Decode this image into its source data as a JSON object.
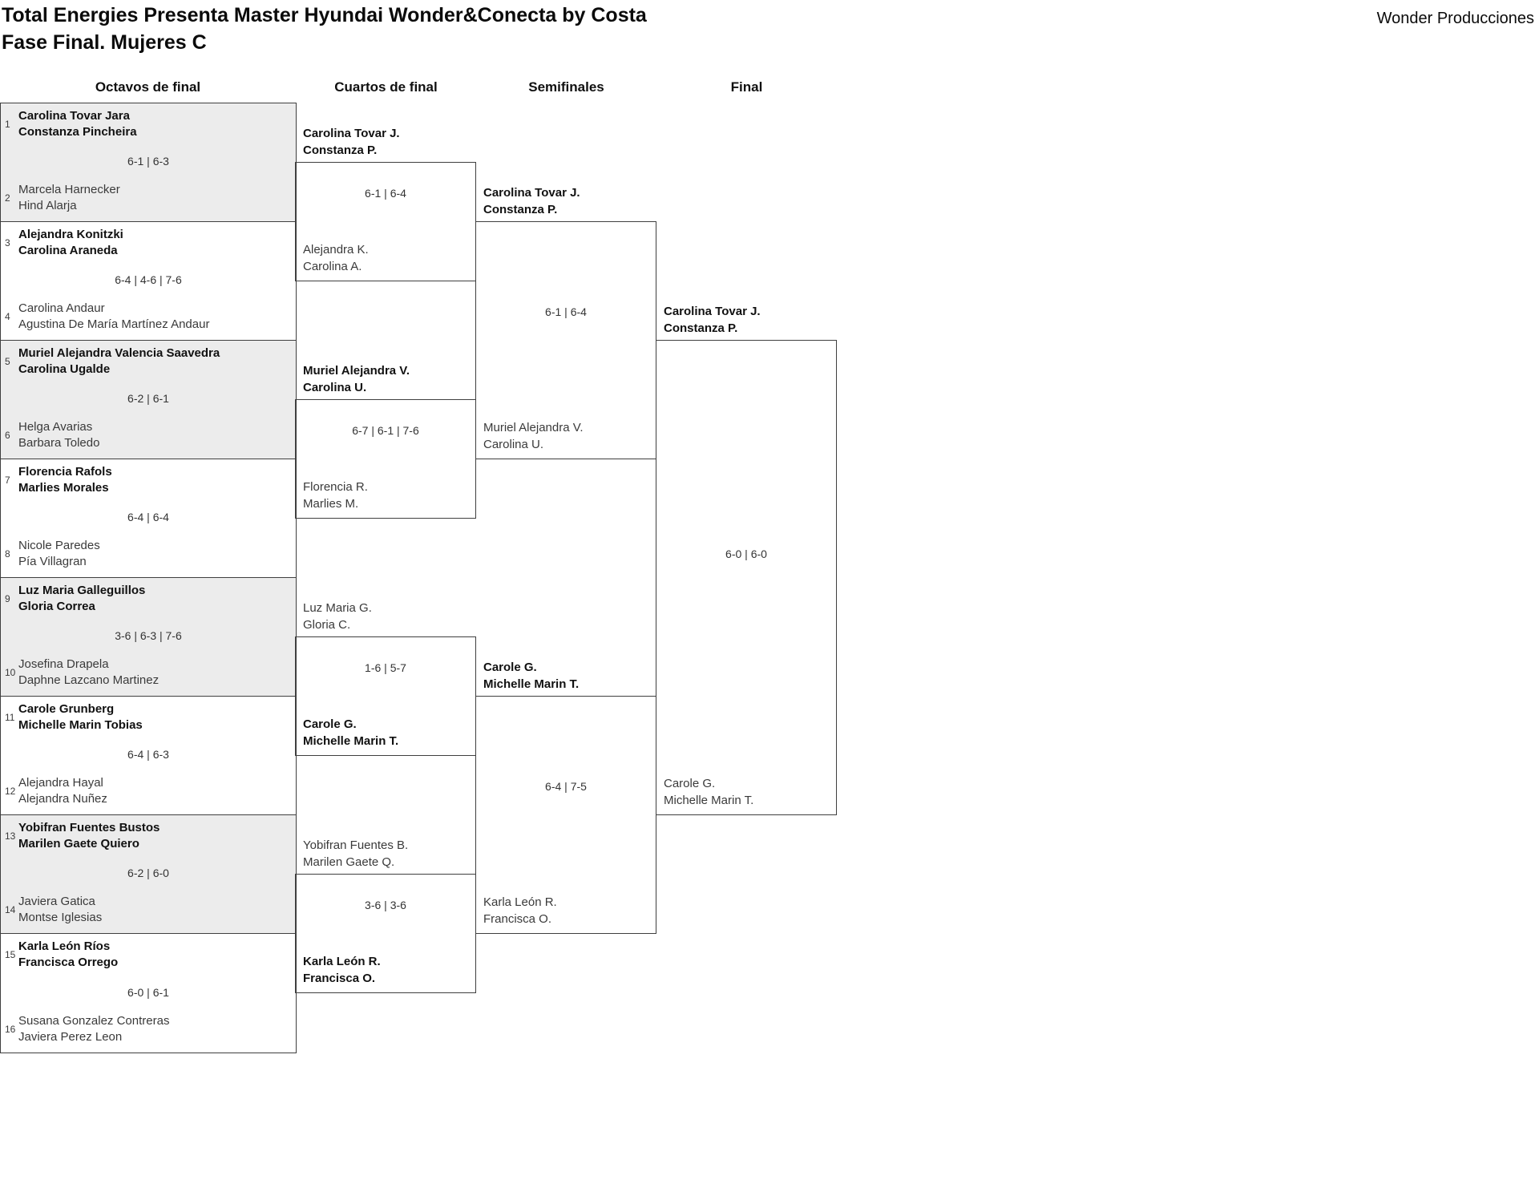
{
  "page": {
    "title_line1": "Total Energies Presenta Master Hyundai Wonder&Conecta by Costa",
    "title_line2": "Fase Final. Mujeres C",
    "organizer": "Wonder Producciones"
  },
  "round_headers": {
    "octavos": "Octavos de final",
    "cuartos": "Cuartos de final",
    "semifinales": "Semifinales",
    "final": "Final"
  },
  "octavos": [
    {
      "seed_top": "1",
      "team_top": [
        "Carolina Tovar Jara",
        "Constanza Pincheira"
      ],
      "score": "6-1 | 6-3",
      "seed_bottom": "2",
      "team_bottom": [
        "Marcela Harnecker",
        "Hind Alarja"
      ]
    },
    {
      "seed_top": "3",
      "team_top": [
        "Alejandra Konitzki",
        "Carolina Araneda"
      ],
      "score": "6-4 | 4-6 | 7-6",
      "seed_bottom": "4",
      "team_bottom": [
        "Carolina Andaur",
        "Agustina De María Martínez Andaur"
      ]
    },
    {
      "seed_top": "5",
      "team_top": [
        "Muriel Alejandra Valencia Saavedra",
        "Carolina Ugalde"
      ],
      "score": "6-2 | 6-1",
      "seed_bottom": "6",
      "team_bottom": [
        "Helga Avarias",
        "Barbara Toledo"
      ]
    },
    {
      "seed_top": "7",
      "team_top": [
        "Florencia Rafols",
        "Marlies Morales"
      ],
      "score": "6-4 | 6-4",
      "seed_bottom": "8",
      "team_bottom": [
        "Nicole Paredes",
        "Pía Villagran"
      ]
    },
    {
      "seed_top": "9",
      "team_top": [
        "Luz Maria Galleguillos",
        "Gloria Correa"
      ],
      "score": "3-6 | 6-3 | 7-6",
      "seed_bottom": "10",
      "team_bottom": [
        "Josefina Drapela",
        "Daphne Lazcano Martinez"
      ]
    },
    {
      "seed_top": "11",
      "team_top": [
        "Carole Grunberg",
        "Michelle Marin Tobias"
      ],
      "score": "6-4 | 6-3",
      "seed_bottom": "12",
      "team_bottom": [
        "Alejandra Hayal",
        "Alejandra Nuñez"
      ]
    },
    {
      "seed_top": "13",
      "team_top": [
        "Yobifran Fuentes Bustos",
        "Marilen Gaete Quiero"
      ],
      "score": "6-2 | 6-0",
      "seed_bottom": "14",
      "team_bottom": [
        "Javiera Gatica",
        "Montse Iglesias"
      ]
    },
    {
      "seed_top": "15",
      "team_top": [
        "Karla León Ríos",
        "Francisca Orrego"
      ],
      "score": "6-0 | 6-1",
      "seed_bottom": "16",
      "team_bottom": [
        "Susana Gonzalez Contreras",
        "Javiera Perez Leon"
      ]
    }
  ],
  "cuartos": [
    {
      "team_top": [
        "Carolina Tovar J.",
        "Constanza P."
      ],
      "score": "6-1 | 6-4",
      "team_bottom": [
        "Alejandra K.",
        "Carolina A."
      ]
    },
    {
      "team_top": [
        "Muriel Alejandra V.",
        "Carolina U."
      ],
      "score": "6-7 | 6-1 | 7-6",
      "team_bottom": [
        "Florencia R.",
        "Marlies M."
      ]
    },
    {
      "team_top": [
        "Luz Maria G.",
        "Gloria C."
      ],
      "score": "1-6 | 5-7",
      "team_bottom": [
        "Carole G.",
        "Michelle Marin T."
      ]
    },
    {
      "team_top": [
        "Yobifran Fuentes B.",
        "Marilen Gaete Q."
      ],
      "score": "3-6 | 3-6",
      "team_bottom": [
        "Karla León R.",
        "Francisca O."
      ]
    }
  ],
  "semifinales": [
    {
      "team_top": [
        "Carolina Tovar J.",
        "Constanza P."
      ],
      "score": "6-1 | 6-4",
      "team_bottom": [
        "Muriel Alejandra V.",
        "Carolina U."
      ]
    },
    {
      "team_top": [
        "Carole G.",
        "Michelle Marin T."
      ],
      "score": "6-4 | 7-5",
      "team_bottom": [
        "Karla León R.",
        "Francisca O."
      ]
    }
  ],
  "final": {
    "team_top": [
      "Carolina Tovar J.",
      "Constanza P."
    ],
    "score": "6-0 | 6-0",
    "team_bottom": [
      "Carole G.",
      "Michelle Marin T."
    ]
  }
}
